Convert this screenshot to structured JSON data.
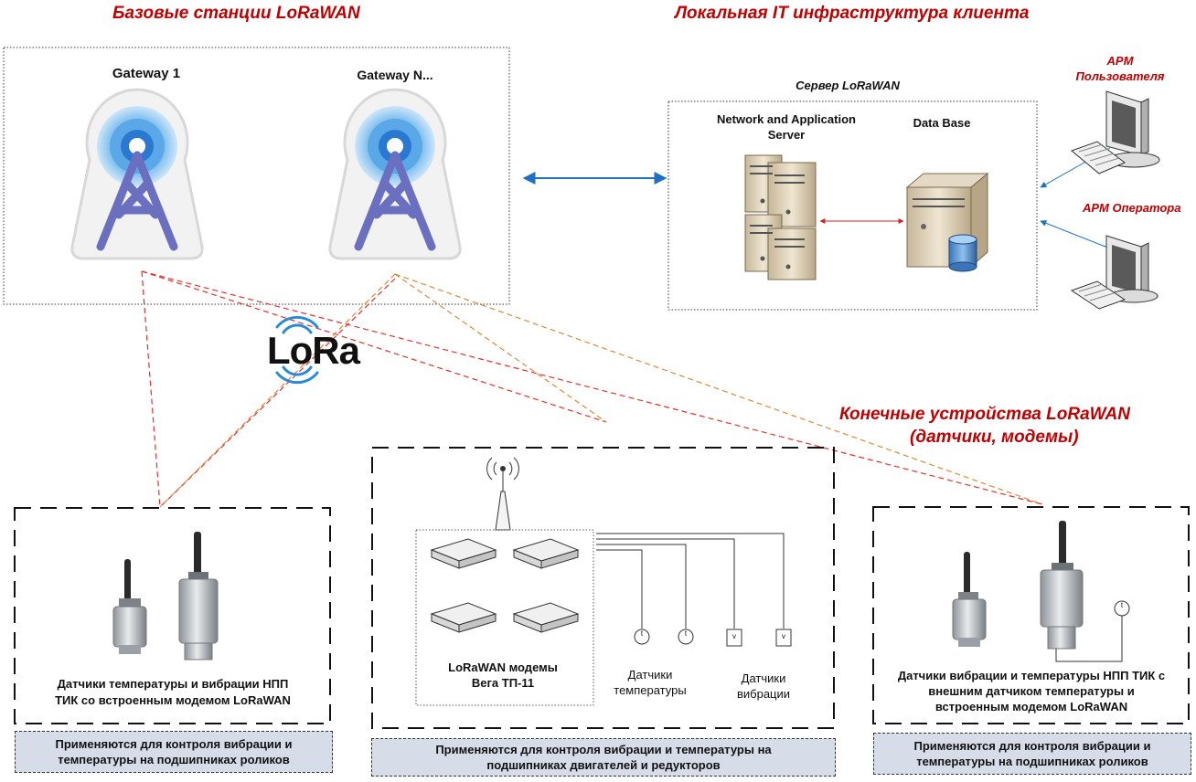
{
  "headings": {
    "base_stations": "Базовые станции LoRaWAN",
    "local_it": "Локальная IT инфраструктура клиента",
    "end_devices_1": "Конечные устройства LoRaWAN",
    "end_devices_2": "(датчики, модемы)"
  },
  "gateways": {
    "g1": "Gateway 1",
    "gn": "Gateway N..."
  },
  "server": {
    "title": "Сервер LoRaWAN",
    "nas_line1": "Network and Application",
    "nas_line2": "Server",
    "db": "Data Base"
  },
  "workstations": {
    "user_line1": "АРМ",
    "user_line2": "Пользователя",
    "operator": "АРМ Оператора"
  },
  "lora_logo": "LoRa",
  "groups": {
    "left": {
      "caption_line1": "Датчики температуры и вибрации НПП",
      "caption_line2": "ТИК со встроенным модемом LoRaWAN",
      "note_line1": "Применяются для контроля вибрации и",
      "note_line2": "температуры на подшипниках роликов"
    },
    "center": {
      "modems_line1": "LoRaWAN модемы",
      "modems_line2": "Вега ТП-11",
      "temp_line1": "Датчики",
      "temp_line2": "температуры",
      "vib_line1": "Датчики",
      "vib_line2": "вибрации",
      "sensor_t": "t",
      "sensor_v": "v",
      "note_line1": "Применяются для контроля вибрации и температуры на",
      "note_line2": "подшипниках двигателей и редукторов"
    },
    "right": {
      "caption_line1": "Датчики вибрации и температуры НПП ТИК с",
      "caption_line2": "внешним датчиком температуры и",
      "caption_line3": "встроенным модемом LoRaWAN",
      "sensor_t": "t",
      "note_line1": "Применяются для контроля вибрации и",
      "note_line2": "температуры на подшипниках роликов"
    }
  },
  "colors": {
    "heading_red": "#c00000",
    "link_red": "#e03030",
    "link_orange": "#d98a3a",
    "arrow_blue": "#1f6fc5",
    "note_fill": "#d6dde9"
  }
}
